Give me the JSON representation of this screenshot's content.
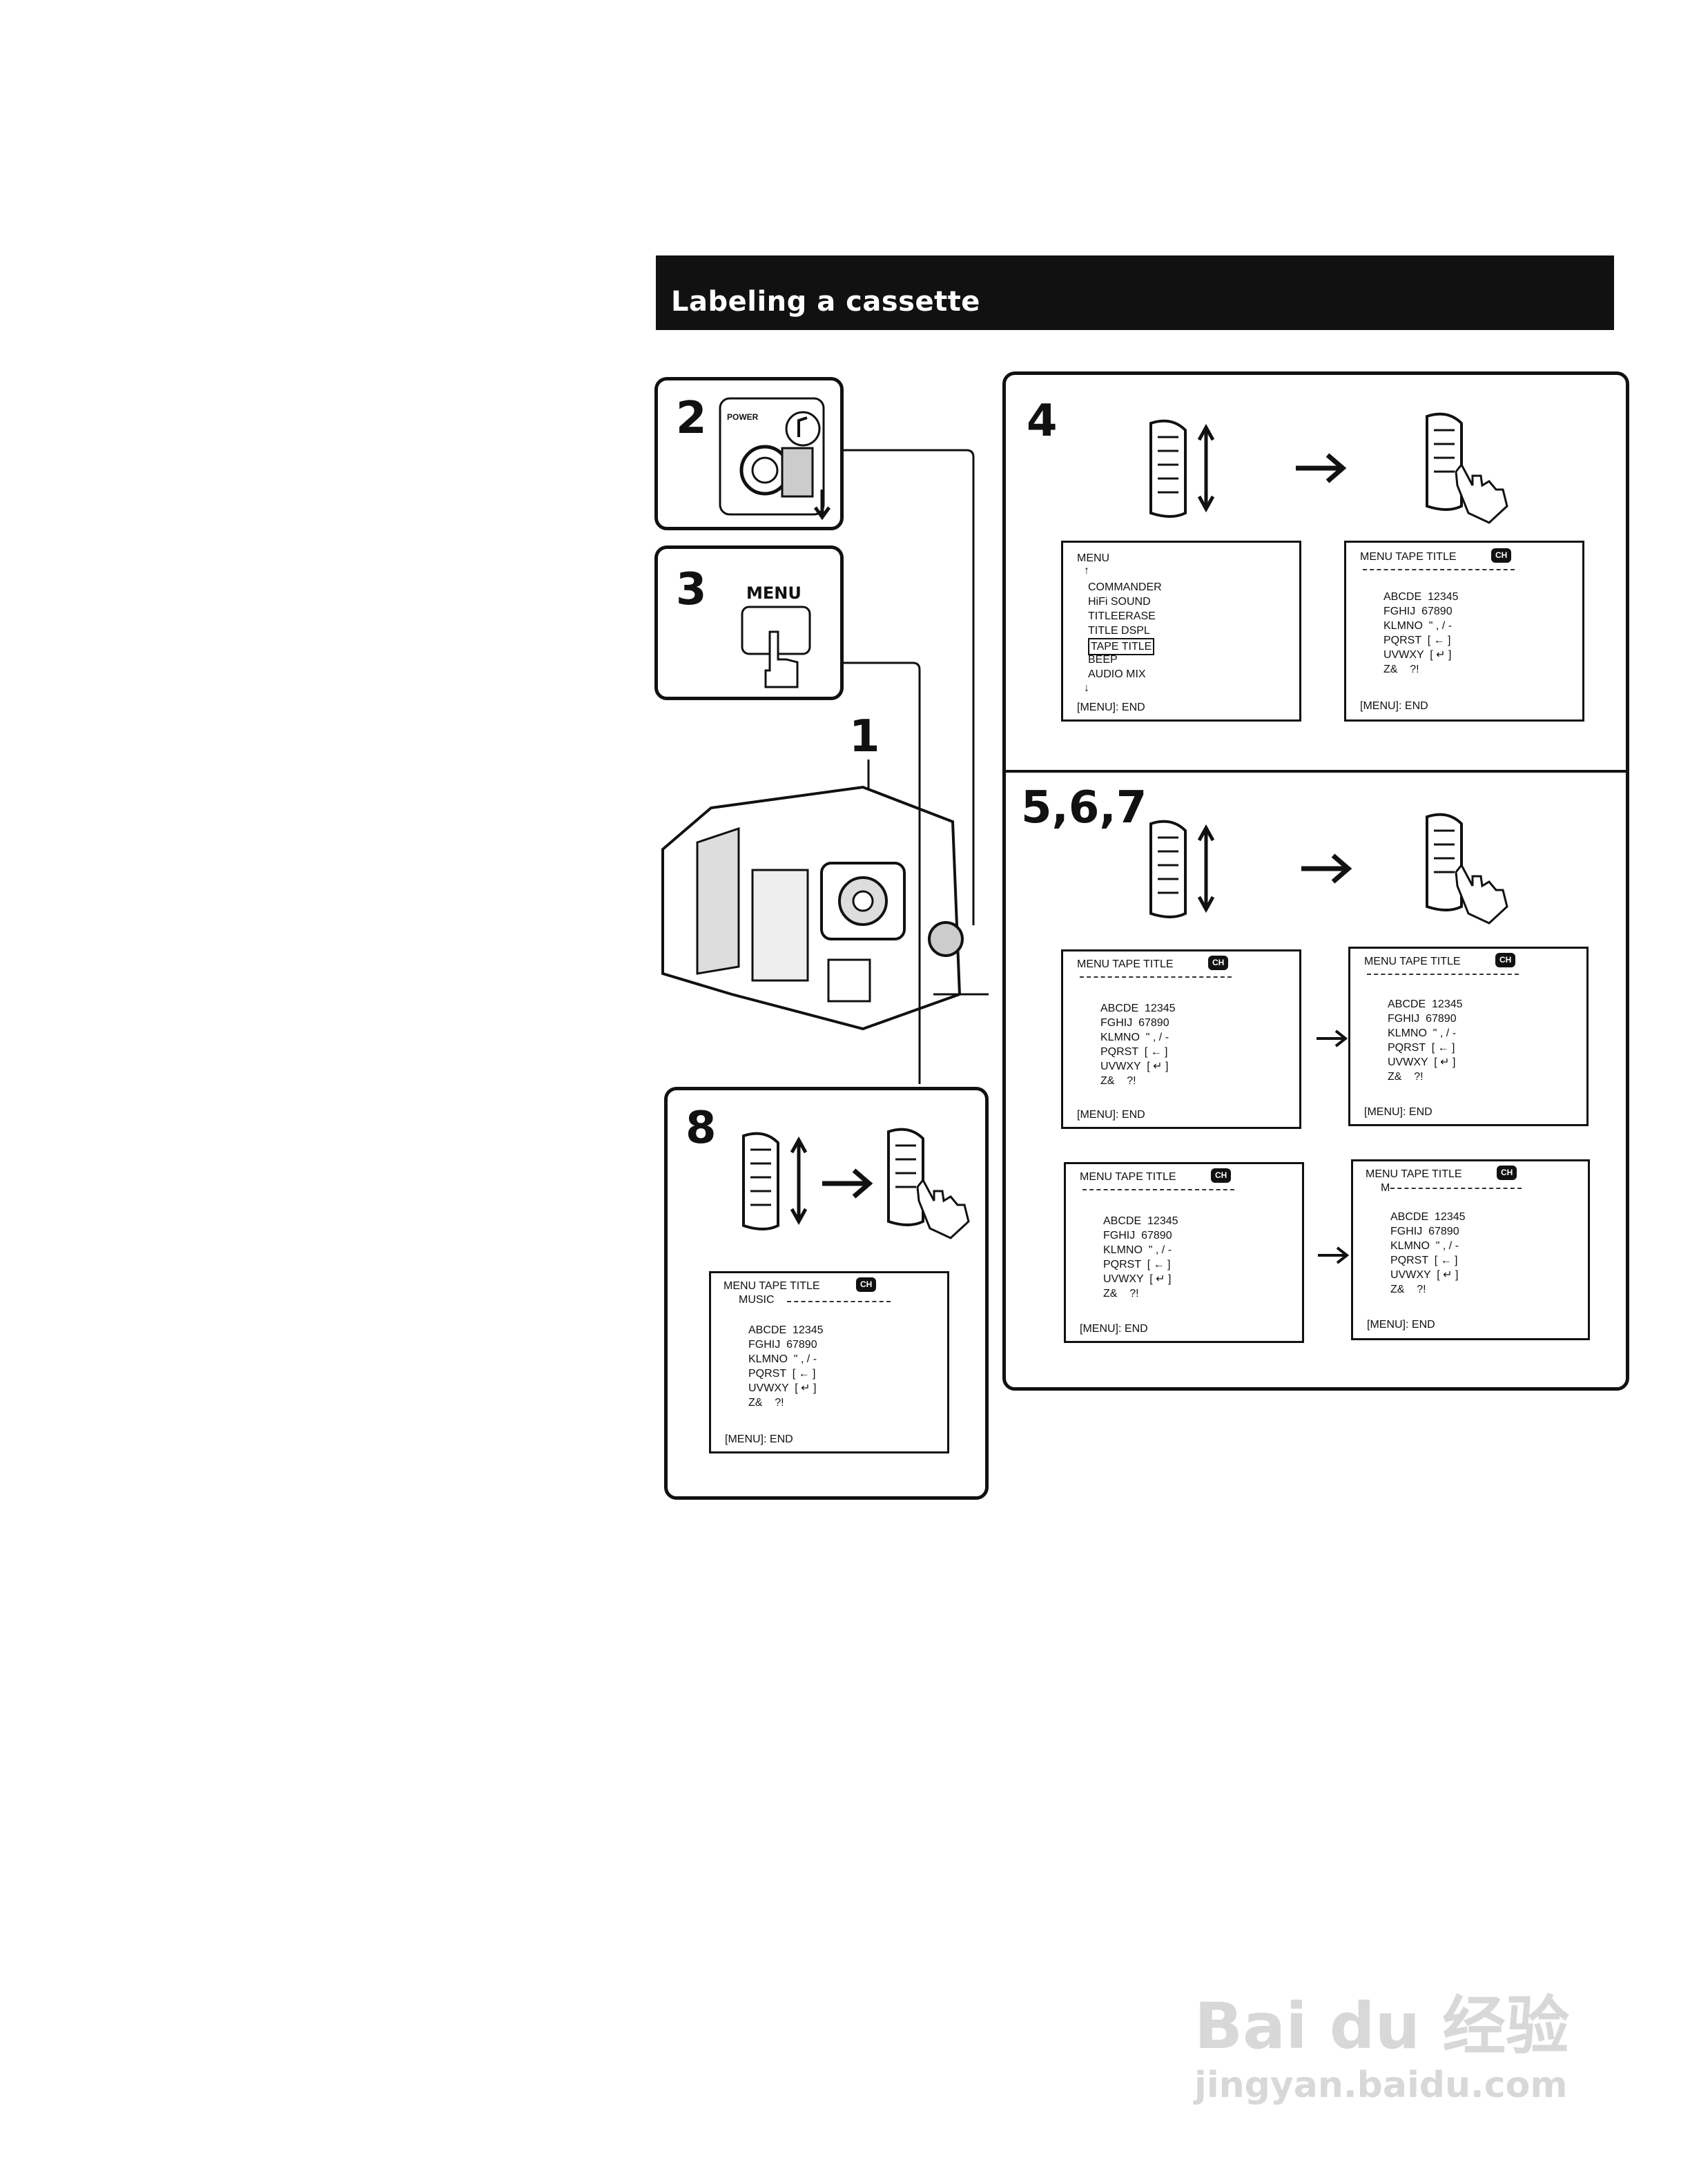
{
  "title": "Labeling a cassette",
  "steps": {
    "s1": "1",
    "s2": "2",
    "s3": "3",
    "s4": "4",
    "s567": "5,6,7",
    "s8": "8"
  },
  "step2": {
    "power_label": "POWER"
  },
  "step3": {
    "menu_label": "MENU"
  },
  "menu_screen": {
    "header": "MENU",
    "items": [
      "COMMANDER",
      "HiFi SOUND",
      "TITLEERASE",
      "TITLE DSPL",
      "TAPE TITLE",
      "BEEP",
      "AUDIO MIX"
    ],
    "footer": "[MENU]: END"
  },
  "title_screen": {
    "header": "MENU TAPE TITLE",
    "badge": "CH",
    "rows": [
      "ABCDE  12345",
      "FGHIJ  67890",
      "KLMNO  \" , / -",
      "PQRST  [ ← ]",
      "UVWXY  [ ↵ ]",
      "Z&    ?!"
    ],
    "footer": "[MENU]: END",
    "entry_m": "M",
    "entry_music": "MUSIC"
  },
  "watermark": {
    "brand": "Bai du 经验",
    "url": "jingyan.baidu.com"
  }
}
